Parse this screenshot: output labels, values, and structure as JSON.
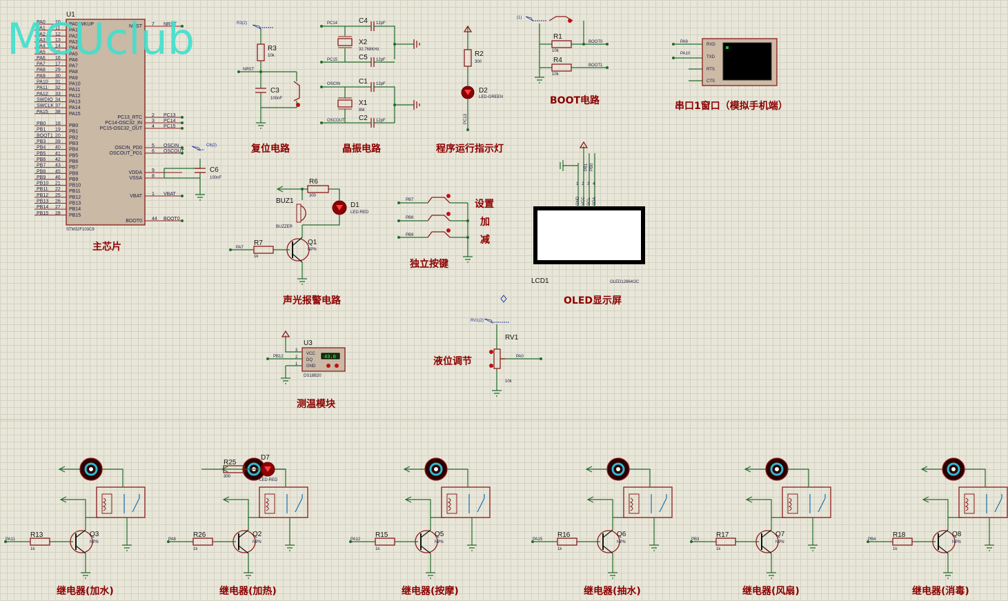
{
  "watermark": "MCUclub",
  "u1": {
    "ref": "U1",
    "part": "STM32F103C8",
    "left_pins": [
      "PA0",
      "PA1",
      "PA2",
      "PA3",
      "PA4",
      "PA5",
      "PA6",
      "PA7",
      "PA8",
      "PA9",
      "PA10",
      "PA11",
      "PA12",
      "SWDIO",
      "SWCLK",
      "PA15",
      "",
      "PB0",
      "PB1",
      "BOOT1",
      "PB3",
      "PB4",
      "PB5",
      "PB6",
      "PB7",
      "PB8",
      "PB9",
      "PB10",
      "PB11",
      "PB12",
      "PB13",
      "PB14",
      "PB15"
    ],
    "left_nums": [
      "10",
      "11",
      "12",
      "13",
      "14",
      "15",
      "16",
      "17",
      "29",
      "30",
      "31",
      "32",
      "33",
      "34",
      "37",
      "38",
      "",
      "18",
      "19",
      "20",
      "39",
      "40",
      "41",
      "42",
      "43",
      "45",
      "46",
      "21",
      "22",
      "25",
      "26",
      "27",
      "28"
    ],
    "inner_left": [
      "PA0-WKUP",
      "PA1",
      "PA2",
      "PA3",
      "PA4",
      "PA5",
      "PA6",
      "PA7",
      "PA8",
      "PA9",
      "PA10",
      "PA11",
      "PA12",
      "PA13",
      "PA14",
      "PA15",
      "",
      "PB0",
      "PB1",
      "PB2",
      "PB3",
      "PB4",
      "PB5",
      "PB6",
      "PB7",
      "PB8",
      "PB9",
      "PB10",
      "PB11",
      "PB12",
      "PB13",
      "PB14",
      "PB15"
    ],
    "right_pins": [
      {
        "inner": "NRST",
        "num": "7",
        "net": "NRST"
      },
      {
        "inner": "PC13_RTC",
        "num": "2",
        "net": "PC13"
      },
      {
        "inner": "PC14-OSC32_IN",
        "num": "3",
        "net": "PC14"
      },
      {
        "inner": "PC15-OSC32_OUT",
        "num": "4",
        "net": "PC15"
      },
      {
        "inner": "OSCIN_PD0",
        "num": "5",
        "net": "OSCIN"
      },
      {
        "inner": "OSCOUT_PD1",
        "num": "6",
        "net": "OSCOUT"
      },
      {
        "inner": "VDDA",
        "num": "9",
        "net": ""
      },
      {
        "inner": "VSSA",
        "num": "8",
        "net": ""
      },
      {
        "inner": "VBAT",
        "num": "1",
        "net": "VBAT"
      },
      {
        "inner": "BOOT0",
        "num": "44",
        "net": "BOOT0"
      }
    ]
  },
  "c6": {
    "ref": "C6",
    "val": "100nF",
    "probe": "C6(2)"
  },
  "reset": {
    "r3": "R3",
    "r3_val": "10k",
    "c3": "C3",
    "c3_val": "100nF",
    "probe": "R3(2)",
    "net": "NRST"
  },
  "crystal": {
    "c4": "C4",
    "c5": "C5",
    "c1": "C1",
    "c2": "C2",
    "cap_val": "12pF",
    "x2": "X2",
    "x2_val": "32.768KHz",
    "x1": "X1",
    "x1_val": "8M",
    "n1": "PC14",
    "n2": "PC15",
    "n3": "OSCIN",
    "n4": "OSCOUT"
  },
  "led_run": {
    "r2": "R2",
    "r2_val": "300",
    "d2": "D2",
    "d2_val": "LED-GREEN",
    "net": "PC13"
  },
  "boot": {
    "r1": "R1",
    "r4": "R4",
    "val": "10k",
    "n1": "BOOT0",
    "n2": "BOOT1",
    "probe": "(1)"
  },
  "uart": {
    "pins": [
      "RXD",
      "TXD",
      "RTS",
      "CTS"
    ],
    "nets": [
      "PA9",
      "PA10"
    ]
  },
  "alarm": {
    "r6": "R6",
    "r6_val": "300",
    "d1": "D1",
    "d1_val": "LED-RED",
    "buz": "BUZ1",
    "buz_val": "BUZZER",
    "r7": "R7",
    "r7_val": "1k",
    "q1": "Q1",
    "q1_val": "NPN",
    "net": "PA7"
  },
  "keys": {
    "nets": [
      "PB7",
      "PB8",
      "PB9"
    ],
    "labels": [
      "设置",
      "加",
      "减"
    ]
  },
  "oled": {
    "ref": "LCD1",
    "part": "OLED12864I2C",
    "pins": [
      "GND",
      "VCC",
      "SCL",
      "SDA"
    ],
    "nets": [
      "PB1",
      "PB0"
    ],
    "nums": [
      "1",
      "2",
      "3",
      "4"
    ]
  },
  "ds18b20": {
    "ref": "U3",
    "part": "DS18B20",
    "pins": [
      "VCC",
      "DQ",
      "GND"
    ],
    "nums": [
      "3",
      "2",
      "1"
    ],
    "net": "PB12",
    "reading": "43.0"
  },
  "rv1": {
    "ref": "RV1",
    "val": "10k",
    "probe": "RV1(2)",
    "net": "PA0"
  },
  "sections": {
    "main": "主芯片",
    "reset": "复位电路",
    "crystal": "晶振电路",
    "run": "程序运行指示灯",
    "boot": "BOOT电路",
    "uart": "串口1窗口（模拟手机端）",
    "alarm": "声光报警电路",
    "keys": "独立按键",
    "oled": "OLED显示屏",
    "temp": "测温模块",
    "level": "液位调节"
  },
  "relays": [
    {
      "r": "R13",
      "q": "Q3",
      "net": "PA11",
      "label": "继电器(加水)"
    },
    {
      "r": "R26",
      "q": "Q2",
      "net": "PA8",
      "label": "继电器(加热)",
      "led": "D7",
      "led_val": "LED-RED",
      "r25": "R25",
      "r25_val": "300"
    },
    {
      "r": "R15",
      "q": "Q5",
      "net": "PA12",
      "label": "继电器(按摩)"
    },
    {
      "r": "R16",
      "q": "Q6",
      "net": "PA15",
      "label": "继电器(抽水)"
    },
    {
      "r": "R17",
      "q": "Q7",
      "net": "PB3",
      "label": "继电器(风扇)"
    },
    {
      "r": "R18",
      "q": "Q8",
      "net": "PB4",
      "label": "继电器(消毒)"
    }
  ],
  "relay_common": {
    "r_val": "1k",
    "q_val": "NPN"
  }
}
